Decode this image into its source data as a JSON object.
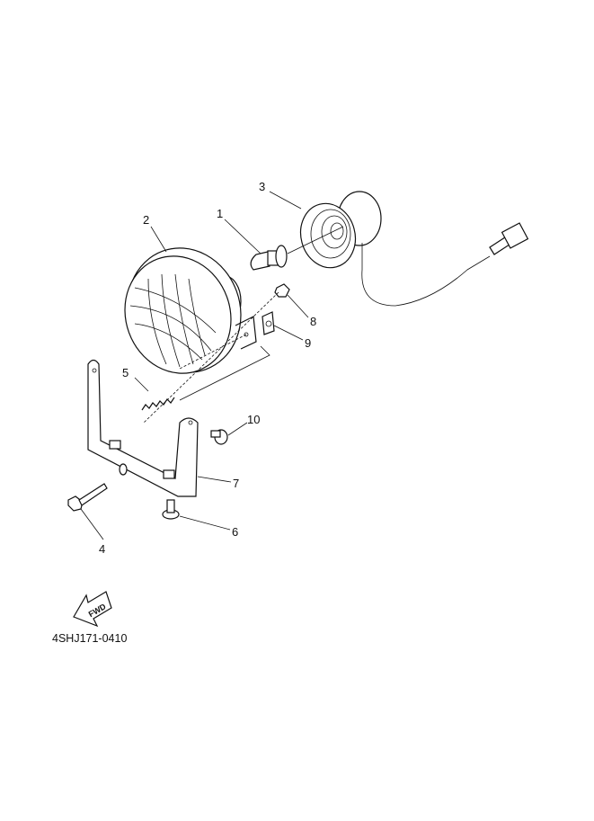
{
  "diagram": {
    "callouts": [
      "1",
      "2",
      "3",
      "4",
      "5",
      "6",
      "7",
      "8",
      "9",
      "10"
    ],
    "fwd_label": "FWD",
    "part_code": "4SHJ171-0410"
  },
  "colors": {
    "line": "#111111",
    "background": "#ffffff"
  }
}
